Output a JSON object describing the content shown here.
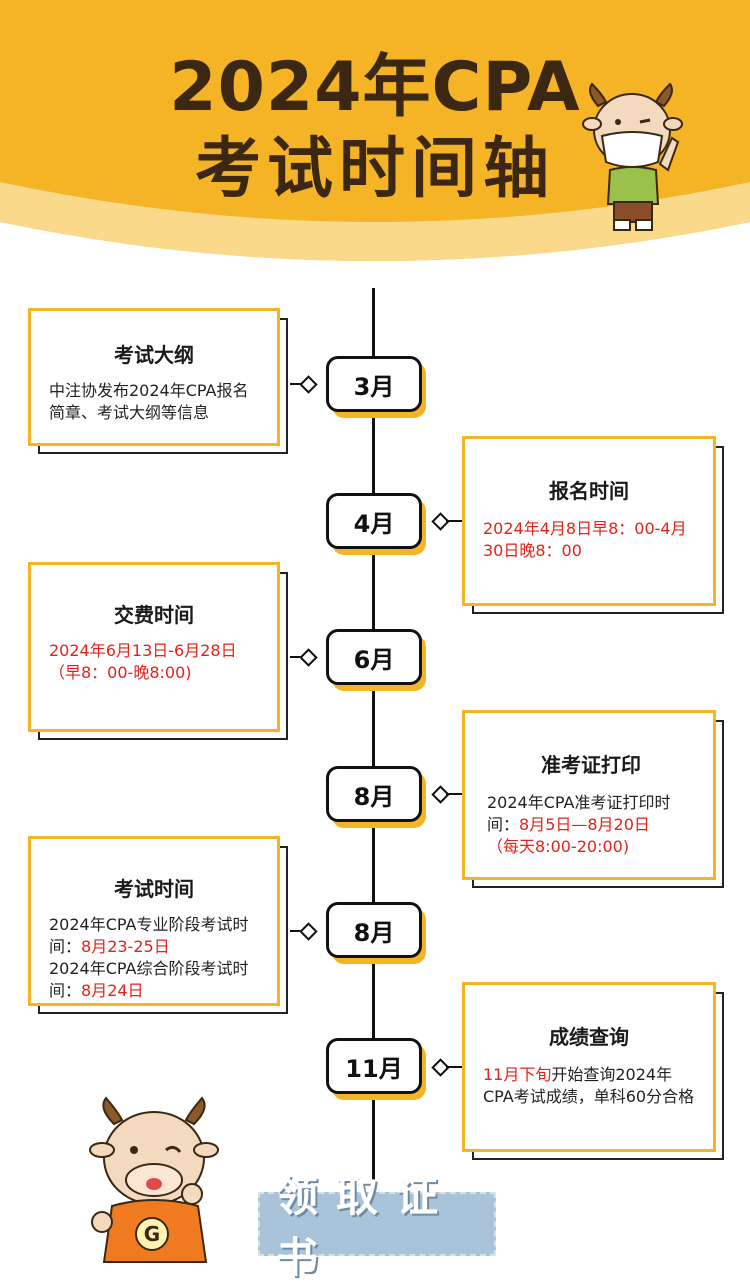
{
  "title": {
    "line1": "2024年CPA",
    "line2": "考试时间轴"
  },
  "colors": {
    "header_yellow": "#f5b326",
    "accent_red": "#e2231a",
    "border_dark": "#111111",
    "button_blue": "#a9c3d8"
  },
  "timeline": [
    {
      "month": "3月",
      "card_title": "考试大纲",
      "body": [
        {
          "text": "中注协发布2024年CPA报名简章、考试大纲等信息"
        }
      ]
    },
    {
      "month": "4月",
      "card_title": "报名时间",
      "body": [
        {
          "text": "2024年4月8日早8：00-4月30日晚8：00",
          "red": true
        }
      ]
    },
    {
      "month": "6月",
      "card_title": "交费时间",
      "body": [
        {
          "text": "2024年6月13日-6月28日",
          "red": true
        },
        {
          "text": "（早8：00-晚8:00)",
          "red": true
        }
      ]
    },
    {
      "month": "8月",
      "card_title": "准考证打印",
      "body": [
        {
          "text": "2024年CPA准考证打印时间："
        },
        {
          "text": "8月5日—8月20日",
          "red": true
        },
        {
          "text": "（每天8:00-20:00)",
          "red": true
        }
      ]
    },
    {
      "month": "8月",
      "card_title": "考试时间",
      "body": [
        {
          "text": "2024年CPA专业阶段考试时间："
        },
        {
          "text": "8月23-25日",
          "red": true
        },
        {
          "text": "2024年CPA综合阶段考试时间："
        },
        {
          "text": "8月24日",
          "red": true
        }
      ]
    },
    {
      "month": "11月",
      "card_title": "成绩查询",
      "body": [
        {
          "text": "11月下旬",
          "red": true
        },
        {
          "text": "开始查询2024年CPA考试成绩，单科60分合格"
        }
      ]
    }
  ],
  "cta": {
    "label": "领取证书"
  },
  "mascot_badge": "G"
}
